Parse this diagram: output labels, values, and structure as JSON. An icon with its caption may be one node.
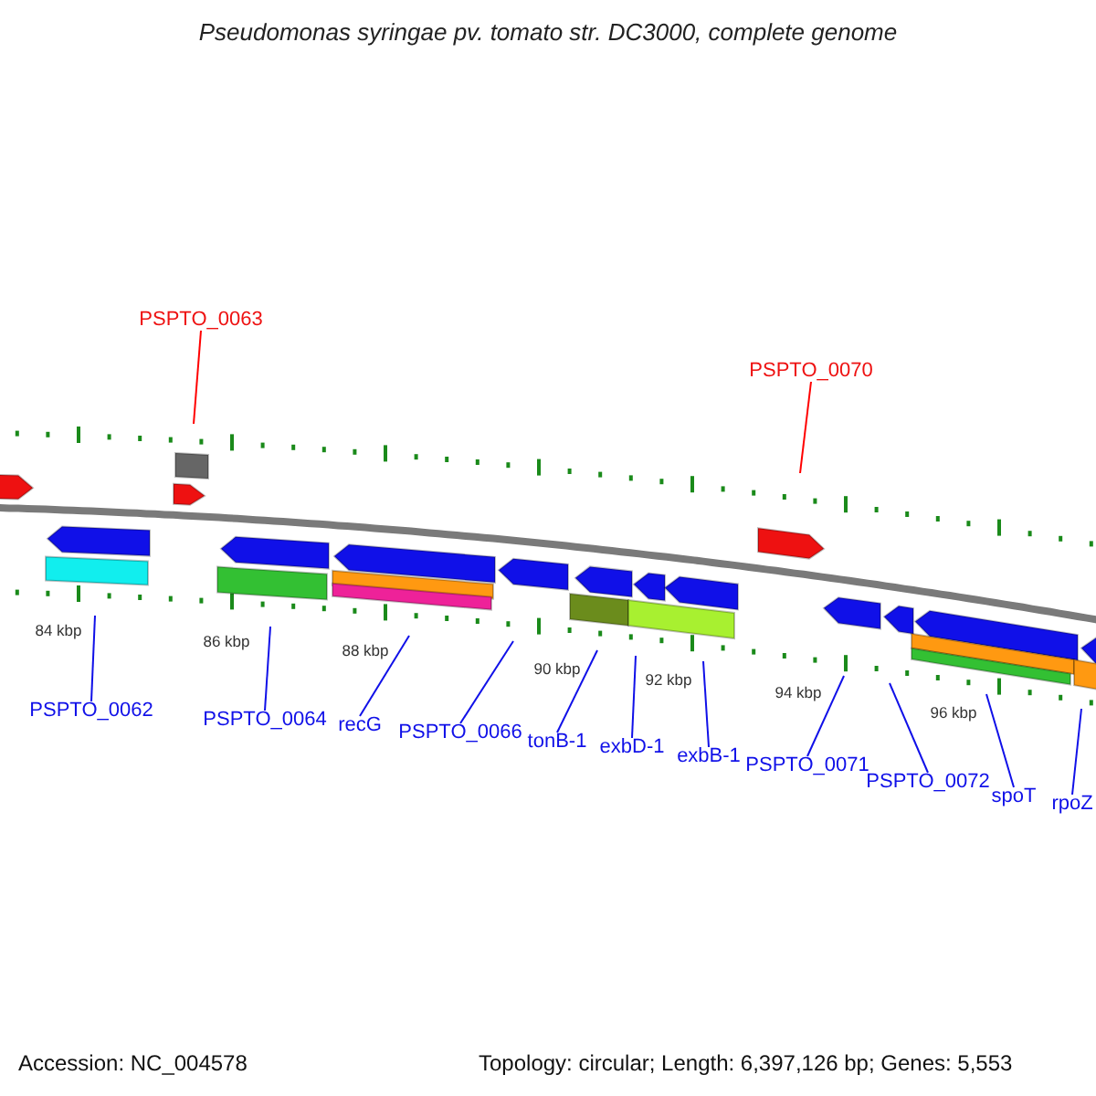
{
  "diagram": {
    "title": "Pseudomonas syringae pv. tomato str. DC3000, complete genome",
    "nodes": [
      {
        "text": [
          "PSPTO_0063"
        ]
      },
      {
        "text": [
          "PSPTO_0070"
        ]
      },
      {
        "text": [
          "PSPTO_0062"
        ]
      },
      {
        "text": [
          "PSPTO_0064"
        ]
      },
      {
        "text": [
          "recG"
        ]
      },
      {
        "text": [
          "PSPTO_0066"
        ]
      },
      {
        "text": [
          "tonB-1"
        ]
      },
      {
        "text": [
          "exbD-1"
        ]
      },
      {
        "text": [
          "exbB-1"
        ]
      },
      {
        "text": [
          "PSPTO_0071"
        ]
      },
      {
        "text": [
          "PSPTO_0072"
        ]
      },
      {
        "text": [
          "spoT"
        ]
      },
      {
        "text": [
          "rpoZ"
        ]
      }
    ],
    "edges": [
      {
        "from": 0,
        "to": null,
        "arrow": "none",
        "color": "#ff0000"
      },
      {
        "from": 1,
        "to": null,
        "arrow": "none",
        "color": "#ff0000"
      },
      {
        "from": 2,
        "to": null,
        "arrow": "none"
      },
      {
        "from": 3,
        "to": null,
        "arrow": "none"
      },
      {
        "from": 4,
        "to": null,
        "arrow": "none"
      },
      {
        "from": 5,
        "to": null,
        "arrow": "none"
      },
      {
        "from": 6,
        "to": null,
        "arrow": "none"
      },
      {
        "from": 7,
        "to": null,
        "arrow": "none"
      },
      {
        "from": 8,
        "to": null,
        "arrow": "none"
      },
      {
        "from": 9,
        "to": null,
        "arrow": "none"
      },
      {
        "from": 10,
        "to": null,
        "arrow": "none"
      },
      {
        "from": 11,
        "to": null,
        "arrow": "none"
      },
      {
        "from": 12,
        "to": null,
        "arrow": "none"
      }
    ],
    "labels": [
      "84 kbp",
      "86 kbp",
      "88 kbp",
      "90 kbp",
      "92 kbp",
      "94 kbp",
      "96 kbp",
      "Accession: NC_004578",
      "Topology: circular; Length: 6,397,126 bp; Genes: 5,553"
    ]
  }
}
